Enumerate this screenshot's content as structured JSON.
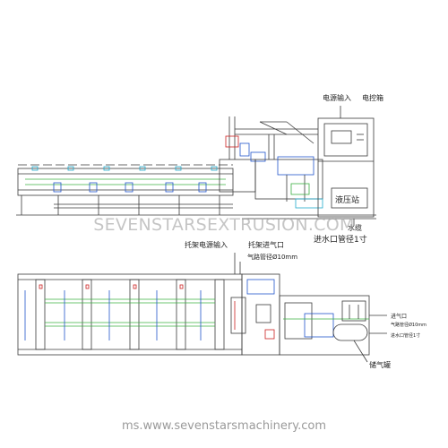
{
  "labels": {
    "power_input": "电源输入",
    "control_box": "电控箱",
    "hydraulic_station": "液压站",
    "water_suffix": "水缆",
    "water_inlet_pipe": "进水口管径1寸",
    "rack_power_input": "托架电源输入",
    "rack_air_inlet": "托架进气口",
    "air_pipe": "气路管径Ø10mm",
    "air_inlet_right": "进气口",
    "air_pipe_right": "气路管径Ø10mm",
    "water_inlet_right": "进水口管径1寸",
    "air_storage_tank": "储气罐"
  },
  "watermark": "SEVENSTARSEXTRUSION.COM",
  "footer": "ms.www.sevenstarsmachinery.com",
  "colors": {
    "line": "#3a3a3a",
    "blue": "#2255cc",
    "green": "#3cb043",
    "cyan": "#22aacc",
    "red": "#cc2222"
  }
}
